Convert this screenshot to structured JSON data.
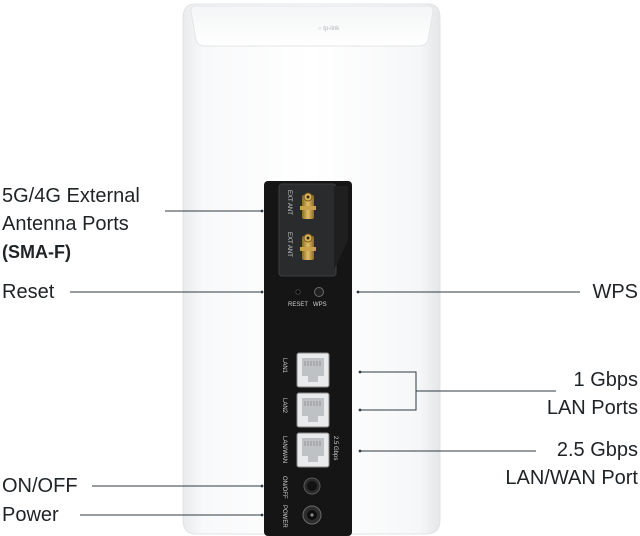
{
  "labels": {
    "antenna_line1": "5G/4G External",
    "antenna_line2": "Antenna Ports",
    "antenna_line3": "(SMA-F)",
    "reset": "Reset",
    "wps": "WPS",
    "lan_line1": "1 Gbps",
    "lan_line2": "LAN Ports",
    "wan_line1": "2.5 Gbps",
    "wan_line2": "LAN/WAN Port",
    "onoff": "ON/OFF",
    "power": "Power"
  },
  "panel_text": {
    "ext_ant_1": "EXT ANT",
    "ext_ant_2": "EXT ANT",
    "reset": "RESET",
    "wps": "WPS",
    "lan1": "LAN1",
    "lan2": "LAN2",
    "lanwan": "LAN/WAN",
    "speed": "2.5 Gbps",
    "onoff": "ON/OFF",
    "power": "POWER"
  },
  "colors": {
    "body": "#f7f8f9",
    "panel": "#141414",
    "leader_line": "#2e3a40",
    "sma_gold": "#b8923a"
  }
}
